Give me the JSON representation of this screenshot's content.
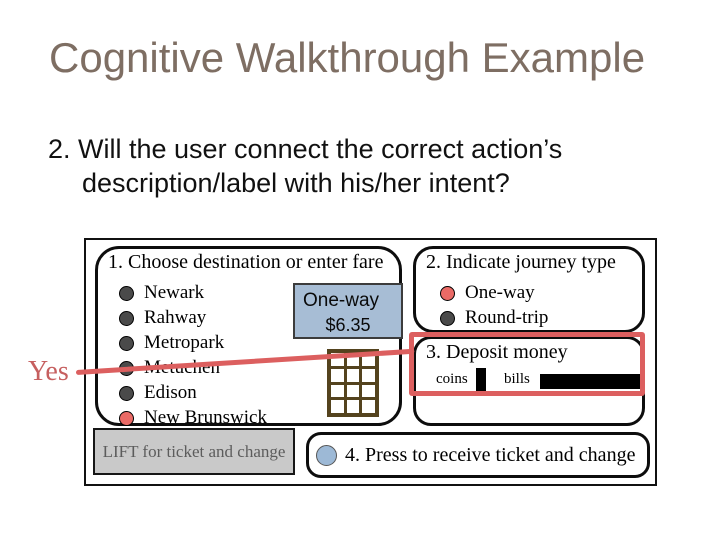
{
  "slide": {
    "title": "Cognitive Walkthrough Example",
    "question_line1": "2. Will the user connect the correct action’s",
    "question_line2": "description/label with his/her intent?",
    "annotation": {
      "label": "Yes",
      "color": "#dc5f5f"
    }
  },
  "machine": {
    "panel1": {
      "title": "1. Choose destination or enter fare",
      "stations": [
        {
          "label": "Newark",
          "selected": false
        },
        {
          "label": "Rahway",
          "selected": false
        },
        {
          "label": "Metropark",
          "selected": false
        },
        {
          "label": "Metuchen",
          "selected": false
        },
        {
          "label": "Edison",
          "selected": false
        },
        {
          "label": "New Brunswick",
          "selected": true
        }
      ],
      "display": {
        "journey_type": "One-way",
        "fare": "$6.35",
        "bg_color": "#a7bdd5"
      },
      "keypad": {
        "rows": 4,
        "cols": 3
      }
    },
    "panel2": {
      "title": "2. Indicate journey type",
      "options": [
        {
          "label": "One-way",
          "selected": true
        },
        {
          "label": "Round-trip",
          "selected": false
        }
      ]
    },
    "panel3": {
      "title": "3. Deposit money",
      "coins_label": "coins",
      "bills_label": "bills",
      "highlighted": true,
      "highlight_color": "#dc5f5f"
    },
    "lift_label": "LIFT for ticket and change",
    "panel4": {
      "title": "4. Press to receive ticket and change"
    }
  },
  "colors": {
    "title_text": "#7e6e63",
    "selected_bullet": "#ea6a66",
    "idle_bullet": "#4a4a4a",
    "press_button": "#9db9d6",
    "keypad_frame": "#54431e"
  }
}
